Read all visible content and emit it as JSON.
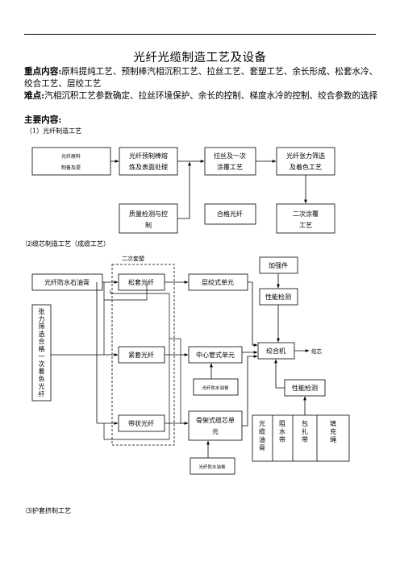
{
  "title": "光纤光缆制造工艺及设备",
  "key_content": {
    "label": "重点内容:",
    "text": "原料提纯工艺、预制棒汽相沉积工艺、拉丝工艺、套塑工艺、余长形成、松套水冷、绞合工艺、层绞工艺"
  },
  "difficulty": {
    "label": "难点:",
    "text": "汽相沉积工艺参数确定、拉丝环境保护、余长的控制、梯度水冷的控制、绞合参数的选择"
  },
  "main_label": "主要内容:",
  "sections": {
    "s1": "（1）光纤制造工艺",
    "s2": "⑵缆芯制造工艺（成缆工艺）",
    "s3": "⑶护套挤制工艺"
  },
  "diagram1": {
    "box_raw": [
      "光纤原料",
      "制备及提"
    ],
    "box_preform": [
      "光纤预制棒熔",
      "炼及表面处理"
    ],
    "box_draw": [
      "拉丝及一次",
      "涂覆工艺"
    ],
    "box_screen": [
      "光纤张力筛选",
      "及着色工艺"
    ],
    "box_quality": [
      "质量检测与控",
      "制"
    ],
    "box_qualified": "合格光纤",
    "box_second": [
      "二次涂覆",
      "工艺"
    ]
  },
  "diagram2": {
    "second_coat_label": "二次套塑",
    "grease": "光纤防水石油膏",
    "loose": "松套光纤",
    "layer": "层绞式单元",
    "strength": "加强件",
    "perf1": "性能检测",
    "tension_chars": [
      "张",
      "力",
      "筛",
      "选",
      "合",
      "格",
      "一",
      "次",
      "着",
      "色",
      "光",
      "纤"
    ],
    "tight": "紧套光纤",
    "central": "中心管式单元",
    "strander": "绞合机",
    "core": "缆芯",
    "grease_small1": "光纤防水油膏",
    "perf2": "性能检测",
    "ribbon": "带状光纤",
    "skeleton": [
      "骨架式缆芯单",
      "元"
    ],
    "grease_small2": "光纤防水油膏",
    "materials": [
      [
        "光",
        "缆",
        "油",
        "膏"
      ],
      [
        "阻",
        "水",
        "带"
      ],
      [
        "包",
        "扎",
        "带"
      ],
      [
        "填",
        "充",
        "绳"
      ]
    ]
  }
}
